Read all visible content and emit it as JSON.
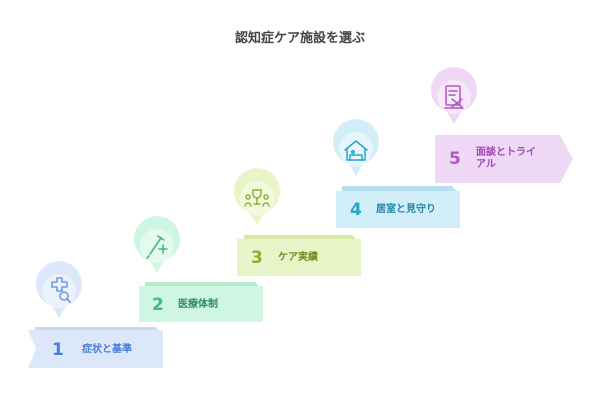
{
  "title": "認知症ケア施設を選ぶ",
  "steps": [
    {
      "number": "1",
      "label": "症状と基準",
      "icon": "medical-search-icon",
      "color": "#4a7fd6",
      "fill": "#dce8f9",
      "tab": "#c8d9f3",
      "circle": "#dce8f9",
      "stroke": "#6f9ae3"
    },
    {
      "number": "2",
      "label": "医療体制",
      "icon": "syringe-plus-icon",
      "color": "#3fb97f",
      "fill": "#cff6e2",
      "tab": "#b4ecd0",
      "circle": "#cff6e2",
      "stroke": "#3fb97f"
    },
    {
      "number": "3",
      "label": "ケア実績",
      "icon": "trophy-people-icon",
      "color": "#8bb22e",
      "fill": "#e8f5c8",
      "tab": "#d6eaa6",
      "circle": "#e8f5c8",
      "stroke": "#8bb22e"
    },
    {
      "number": "4",
      "label": "居室と見守り",
      "icon": "room-bed-icon",
      "color": "#2aa3c9",
      "fill": "#d2eef8",
      "tab": "#b6e0ef",
      "circle": "#d2eef8",
      "stroke": "#2aa3c9"
    },
    {
      "number": "5",
      "label": "面談とトライアル",
      "icon": "document-trial-icon",
      "color": "#b356c6",
      "fill": "#efd8f6",
      "tab": "#e2c2ee",
      "circle": "#efd8f6",
      "stroke": "#b356c6"
    }
  ]
}
